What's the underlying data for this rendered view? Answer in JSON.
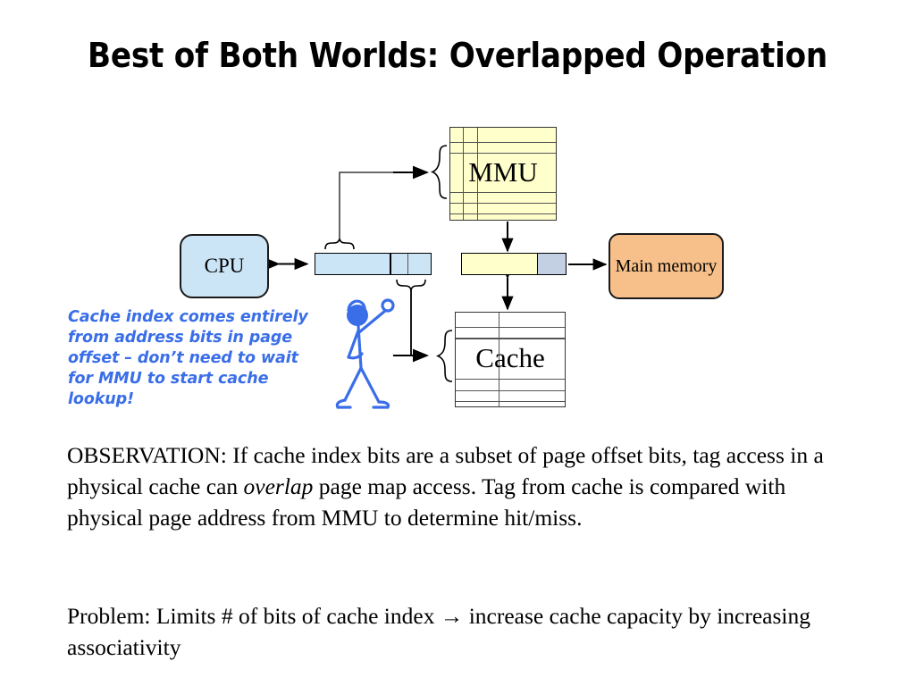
{
  "slide": {
    "title": "Best of Both Worlds: Overlapped Operation"
  },
  "diagram": {
    "nodes": {
      "cpu": "CPU",
      "mmu": "MMU",
      "cache": "Cache",
      "main_memory": "Main memory"
    },
    "icons": {
      "stick_figure": "stick-figure-icon",
      "brace_mmu": "curly-brace-icon",
      "brace_cache": "curly-brace-icon",
      "brace_vpn": "curly-brace-icon",
      "brace_offset": "curly-brace-icon",
      "arrow_cpu_addr": "double-arrow-icon",
      "arrow_mmu_to_paddr": "down-arrow-icon",
      "arrow_paddr_to_mem": "right-arrow-icon",
      "arrow_paddr_cache": "double-arrow-icon",
      "arrow_vpn_to_mmu": "elbow-arrow-icon",
      "arrow_offset_to_cache": "elbow-arrow-icon"
    },
    "colors": {
      "cpu_fill": "#cce5f6",
      "mmu_fill": "#ffffcc",
      "cache_fill": "#ffffff",
      "memory_fill": "#f7c08a",
      "paddr_tag_fill": "#ffffcc",
      "paddr_offset_fill": "#c3cfe2",
      "annotation": "#3a6ee8",
      "stroke": "#000000"
    }
  },
  "annotation": {
    "lines": [
      "Cache index comes entirely",
      "from address bits in page",
      "offset – don’t need to wait",
      "for MMU to start cache",
      "lookup!"
    ]
  },
  "body": {
    "paragraph1_part1": "OBSERVATION: If cache index bits  are a subset of page offset bits, tag access in a physical cache can ",
    "paragraph1_emphasis": "overlap",
    "paragraph1_part2": "  page map access.  Tag from cache is compared with physical page address from MMU to determine hit/miss.",
    "paragraph2": "Problem: Limits # of bits of cache index → increase cache capacity by increasing associativity"
  }
}
